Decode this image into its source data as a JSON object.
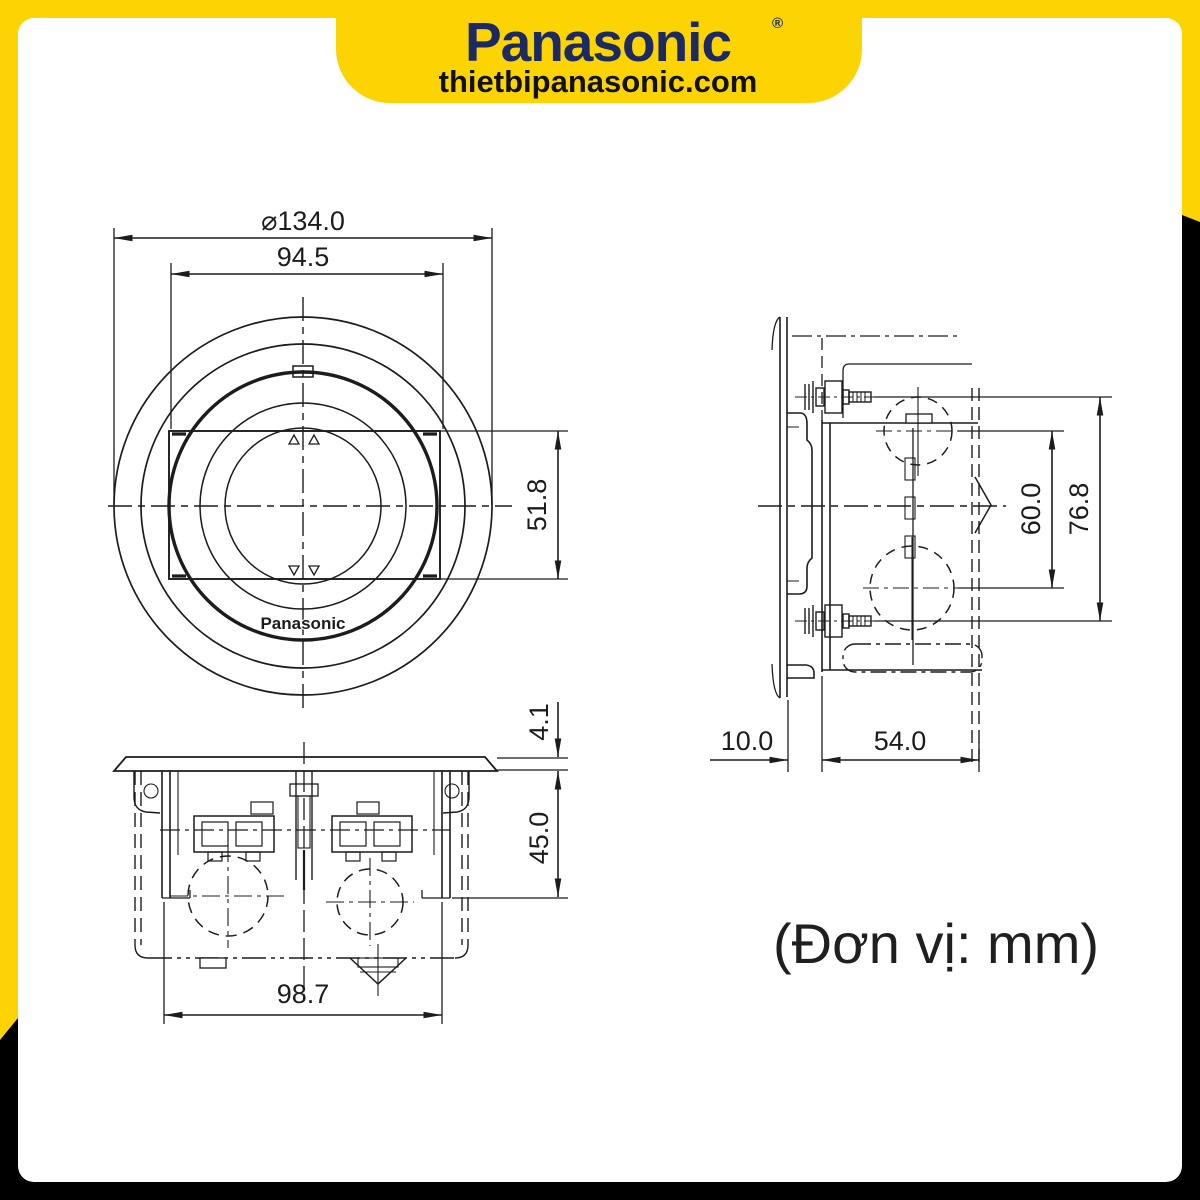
{
  "header": {
    "brand": "Panasonic",
    "registered": "®",
    "website": "thietbipanasonic.com"
  },
  "unit_note": "(Đơn vị: mm)",
  "front_view": {
    "product_label": "Panasonic",
    "dims": {
      "outer_diameter": "⌀134.0",
      "cutout_width": "94.5",
      "cutout_height": "51.8"
    }
  },
  "side_view": {
    "dims": {
      "knockout_spacing": "60.0",
      "screw_spacing": "76.8",
      "plate_offset": "10.0",
      "box_depth": "54.0"
    }
  },
  "bottom_view": {
    "dims": {
      "plate_thickness": "4.1",
      "body_depth": "45.0",
      "body_width": "98.7"
    }
  },
  "colors": {
    "brand_yellow": "#FCD303",
    "brand_navy": "#1B2A63",
    "line_color": "#1C1C1C",
    "frame_black": "#000000"
  }
}
